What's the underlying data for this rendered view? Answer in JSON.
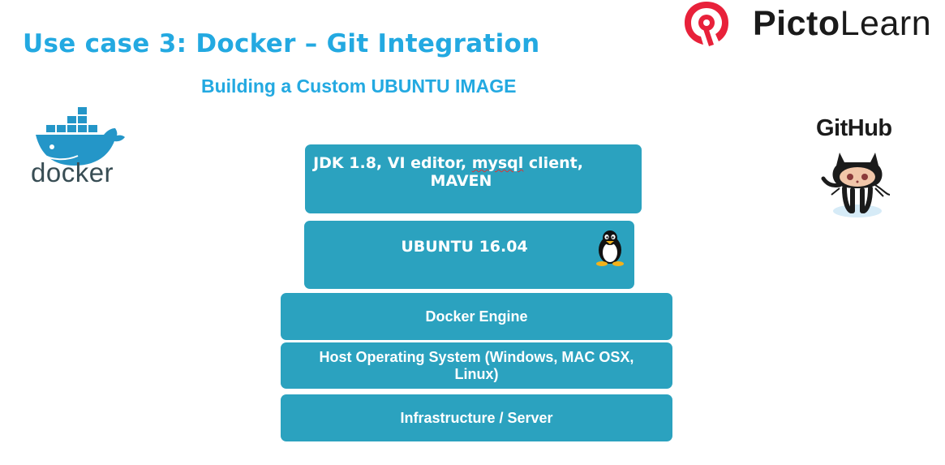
{
  "slide": {
    "title": "Use case 3: Docker – Git Integration",
    "subtitle": "Building a Custom UBUNTU IMAGE"
  },
  "brand": {
    "name_bold": "Picto",
    "name_regular": "Learn",
    "mark_icon": "pictolearn-logo-icon",
    "color": "#e8213a"
  },
  "logos": {
    "docker": {
      "icon": "docker-whale-icon",
      "wordmark": "docker"
    },
    "github": {
      "icon": "octocat-icon",
      "wordmark": "GitHub"
    }
  },
  "stack": {
    "color": "#2ba2bf",
    "layers": [
      {
        "line1_pre": "JDK 1.8, VI editor, ",
        "line1_spell": "mysql",
        "line1_post": " client,",
        "line2": "MAVEN"
      },
      {
        "text": "UBUNTU 16.04",
        "icon": "tux-penguin-icon"
      },
      {
        "text": "Docker Engine"
      },
      {
        "line1": "Host Operating System (Windows, MAC OSX,",
        "line2": "Linux)"
      },
      {
        "text": "Infrastructure / Server"
      }
    ]
  }
}
